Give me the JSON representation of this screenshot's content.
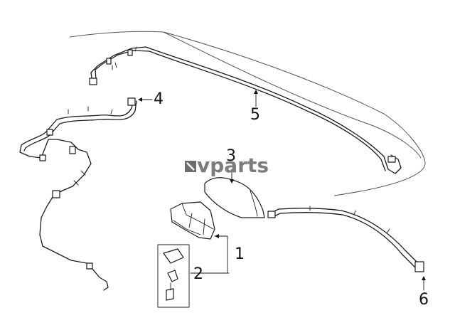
{
  "diagram": {
    "callouts": [
      {
        "id": "1",
        "label": "1"
      },
      {
        "id": "2",
        "label": "2"
      },
      {
        "id": "3",
        "label": "3"
      },
      {
        "id": "4",
        "label": "4"
      },
      {
        "id": "5",
        "label": "5"
      },
      {
        "id": "6",
        "label": "6"
      }
    ],
    "watermark": {
      "text": "vparts"
    }
  }
}
